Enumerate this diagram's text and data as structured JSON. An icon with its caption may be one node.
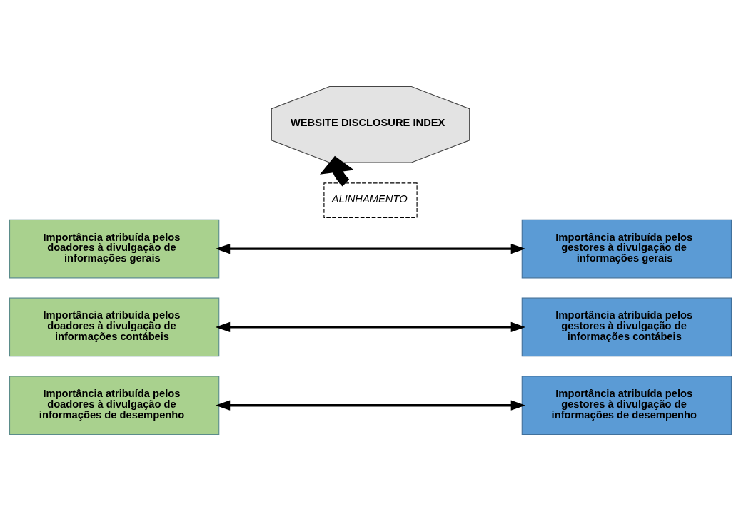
{
  "diagram": {
    "nodes": [
      {
        "text": [
          "WEBSITE DISCLOSURE INDEX"
        ]
      },
      {
        "text": [
          "ALINHAMENTO"
        ]
      },
      {
        "text": [
          "Importância atribuída pelos doadores à divulgação de informações gerais"
        ]
      },
      {
        "text": [
          "Importância atribuída pelos doadores à divulgação de informações contábeis"
        ]
      },
      {
        "text": [
          "Importância atribuída pelos doadores à divulgação de informações de desempenho"
        ]
      },
      {
        "text": [
          "Importância atribuída pelos gestores à divulgação de informações gerais"
        ]
      },
      {
        "text": [
          "Importância atribuída pelos gestores à divulgação de informações contábeis"
        ]
      },
      {
        "text": [
          "Importância atribuída pelos gestores à divulgação de informações de desempenho"
        ]
      }
    ],
    "edges": [
      {
        "from": 1,
        "to": 0,
        "arrow": "to",
        "style": "thick"
      },
      {
        "from": 2,
        "to": 5,
        "arrow": "both"
      },
      {
        "from": 3,
        "to": 6,
        "arrow": "both"
      },
      {
        "from": 4,
        "to": 7,
        "arrow": "both"
      }
    ]
  }
}
